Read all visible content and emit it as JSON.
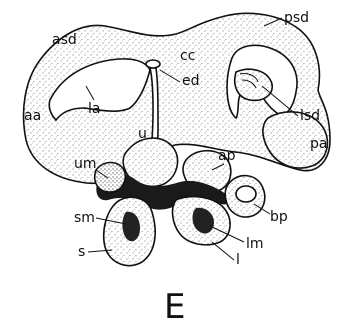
{
  "figure": {
    "panel_letter": "E",
    "labels": {
      "psd": "psd",
      "asd": "asd",
      "cc": "cc",
      "ed": "ed",
      "la": "la",
      "aa": "aa",
      "lsd": "lsd",
      "pa": "pa",
      "u": "u",
      "ap": "ap",
      "um": "um",
      "sm": "sm",
      "bp": "bp",
      "s": "s",
      "lm": "lm",
      "l": "l"
    }
  }
}
